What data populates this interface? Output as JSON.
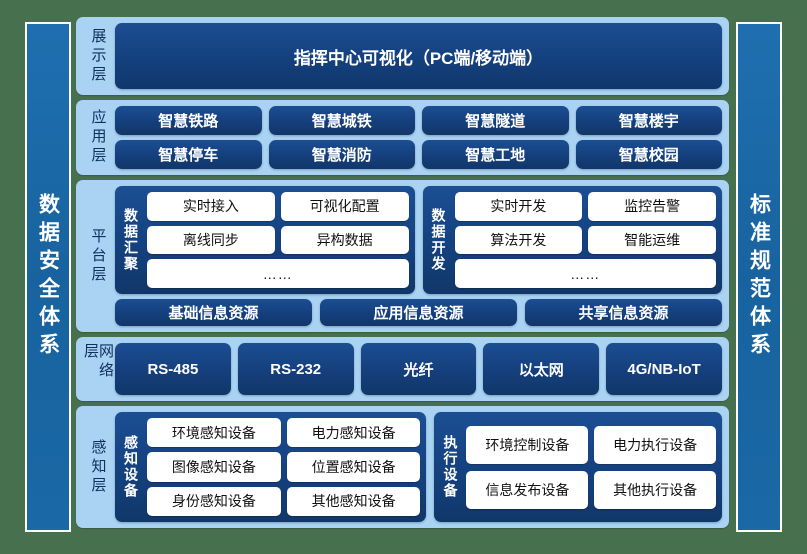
{
  "pillars": {
    "left": {
      "label": "数据安全体系"
    },
    "right": {
      "label": "标准规范体系"
    }
  },
  "layers": {
    "display": {
      "label": "展示层",
      "banner": "指挥中心可视化（PC端/移动端）"
    },
    "application": {
      "label": "应用层",
      "rows": [
        [
          "智慧铁路",
          "智慧城铁",
          "智慧隧道",
          "智慧楼宇"
        ],
        [
          "智慧停车",
          "智慧消防",
          "智慧工地",
          "智慧校园"
        ]
      ]
    },
    "platform": {
      "label": "平台层",
      "groups": [
        {
          "title": "数据汇聚",
          "rows": [
            [
              "实时接入",
              "可视化配置"
            ],
            [
              "离线同步",
              "异构数据"
            ]
          ],
          "more": "……"
        },
        {
          "title": "数据开发",
          "rows": [
            [
              "实时开发",
              "监控告警"
            ],
            [
              "算法开发",
              "智能运维"
            ]
          ],
          "more": "……"
        }
      ],
      "resources": [
        "基础信息资源",
        "应用信息资源",
        "共享信息资源"
      ]
    },
    "network": {
      "label": "网络层",
      "items": [
        "RS-485",
        "RS-232",
        "光纤",
        "以太网",
        "4G/NB-IoT"
      ]
    },
    "perception": {
      "label": "感知层",
      "groups": [
        {
          "title": "感知设备",
          "rows": [
            [
              "环境感知设备",
              "电力感知设备"
            ],
            [
              "图像感知设备",
              "位置感知设备"
            ],
            [
              "身份感知设备",
              "其他感知设备"
            ]
          ]
        },
        {
          "title": "执行设备",
          "rows": [
            [
              "环境控制设备",
              "电力执行设备"
            ],
            [
              "信息发布设备",
              "其他执行设备"
            ]
          ]
        }
      ]
    }
  },
  "colors": {
    "background": "#46704E",
    "pillar": "#1A68A6",
    "layer_container": "#A9D2F3",
    "chip_dark_blue": "#153F7C",
    "pill_white": "#FFFFFF",
    "label_text": "#10305E"
  }
}
